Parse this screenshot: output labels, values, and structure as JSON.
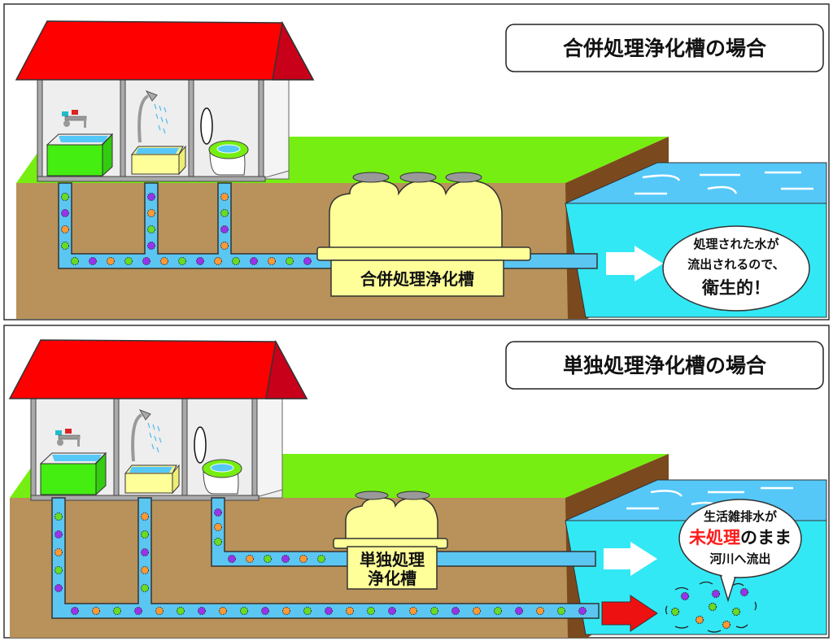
{
  "colors": {
    "roof": "#ff0000",
    "roof_side": "#c8001a",
    "grass": "#77ee11",
    "soil": "#b8925a",
    "cliff": "#7a4a1e",
    "water_front": "#33e8f5",
    "water_top": "#55c8f8",
    "pipe": "#5cc6f2",
    "tank": "#ffff99",
    "arrow_untreated": "#ee1111"
  },
  "panels": {
    "combined": {
      "title": "合併処理浄化槽の場合",
      "tank_label": "合併処理浄化槽",
      "bubble": {
        "line1": "処理された水が",
        "line2": "流出されるので、",
        "line3": "衛生的！"
      }
    },
    "single": {
      "title": "単独処理浄化槽の場合",
      "tank_label_line1": "単独処理",
      "tank_label_line2": "浄化槽",
      "bubble": {
        "line1": "生活雑排水が",
        "line2_red": "未処理",
        "line2_rest": "のまま",
        "line3": "河川へ流出"
      }
    }
  }
}
